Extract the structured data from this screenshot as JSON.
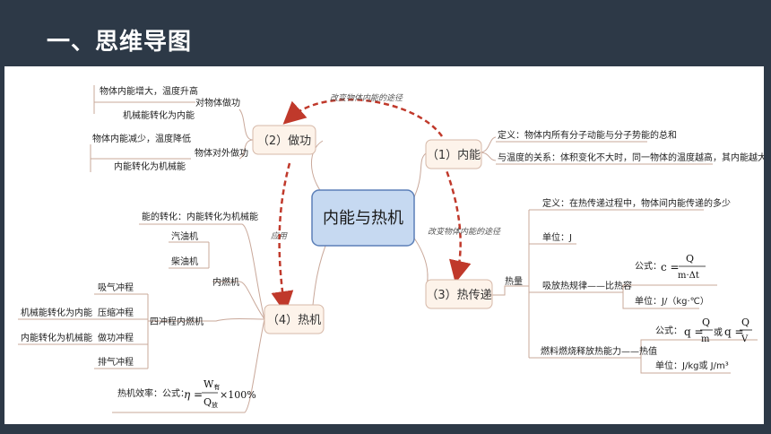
{
  "header": {
    "title": "一、思维导图"
  },
  "center": {
    "label": "内能与热机"
  },
  "work": {
    "label": "（2）做功",
    "on_object": {
      "label": "对物体做功",
      "items": [
        "物体内能增大，温度升高",
        "机械能转化为内能"
      ]
    },
    "by_object": {
      "label": "物体对外做功",
      "items": [
        "物体内能减少，温度降低",
        "内能转化为机械能"
      ]
    }
  },
  "energy": {
    "label": "（1）内能",
    "definition": "定义：物体内所有分子动能与分子势能的总和",
    "temperature_relation": "与温度的关系：体积变化不大时，同一物体的温度越高，其内能越大"
  },
  "heat_transfer": {
    "label": "（3）热传递",
    "quantity": "热量",
    "definition": "定义：在热传递过程中，物体间内能传递的多少",
    "unit": "单位：J",
    "law": "吸放热规律——比热容",
    "law_formula_prefix": "公式：",
    "law_unit": "单位：J/（kg·℃）",
    "fuel": "燃料燃烧释放热能力——热值",
    "fuel_formula_prefix": "公式：",
    "fuel_formula_or": "或",
    "fuel_unit": "单位：J/kg或 J/m³"
  },
  "engine": {
    "label": "（4）热机",
    "conversion": "能的转化：内能转化为机械能",
    "types_label": "内燃机",
    "types": [
      "汽油机",
      "柴油机"
    ],
    "four_stroke": "四冲程内燃机",
    "strokes": [
      "吸气冲程",
      "压缩冲程",
      "做功冲程",
      "排气冲程"
    ],
    "compression_note": "机械能转化为内能",
    "power_note": "内能转化为机械能",
    "efficiency": "热机效率：公式："
  },
  "arrows": {
    "top": "改变物体内能的途径",
    "right": "改变物体内能的途径",
    "left": "应用"
  },
  "colors": {
    "branch": "#c9a89a",
    "arrow": "#c0392b",
    "center_fill": "#c6d9f1",
    "center_stroke": "#5b7fb8",
    "node_fill": "#fdf3ea",
    "node_stroke": "#d6b8a8"
  }
}
